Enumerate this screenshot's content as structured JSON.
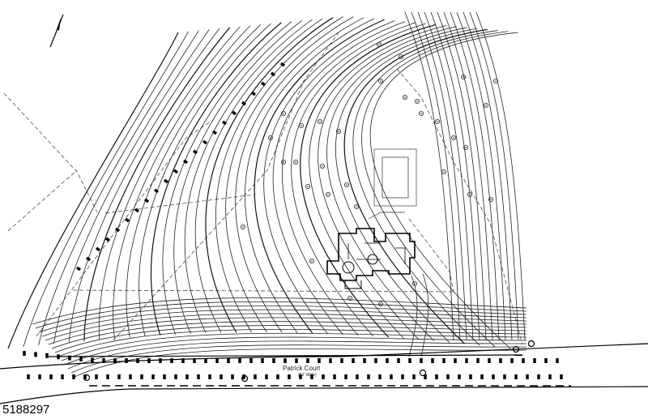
{
  "road": {
    "name": "Patrick Court",
    "width_note": "(50' Wide)"
  },
  "listing": {
    "id": "5188297"
  }
}
